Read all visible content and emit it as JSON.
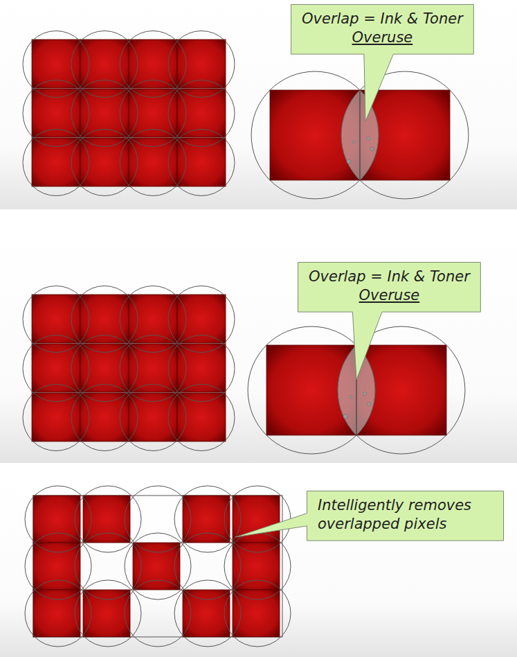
{
  "diagram": {
    "nodes": [
      {
        "text": [
          "Overlap = Ink & Toner",
          "Overuse"
        ]
      },
      {
        "text": [
          "Overlap = Ink & Toner",
          "Overuse"
        ]
      },
      {
        "text": [
          "Intelligently removes overlapped pixels"
        ]
      }
    ]
  }
}
